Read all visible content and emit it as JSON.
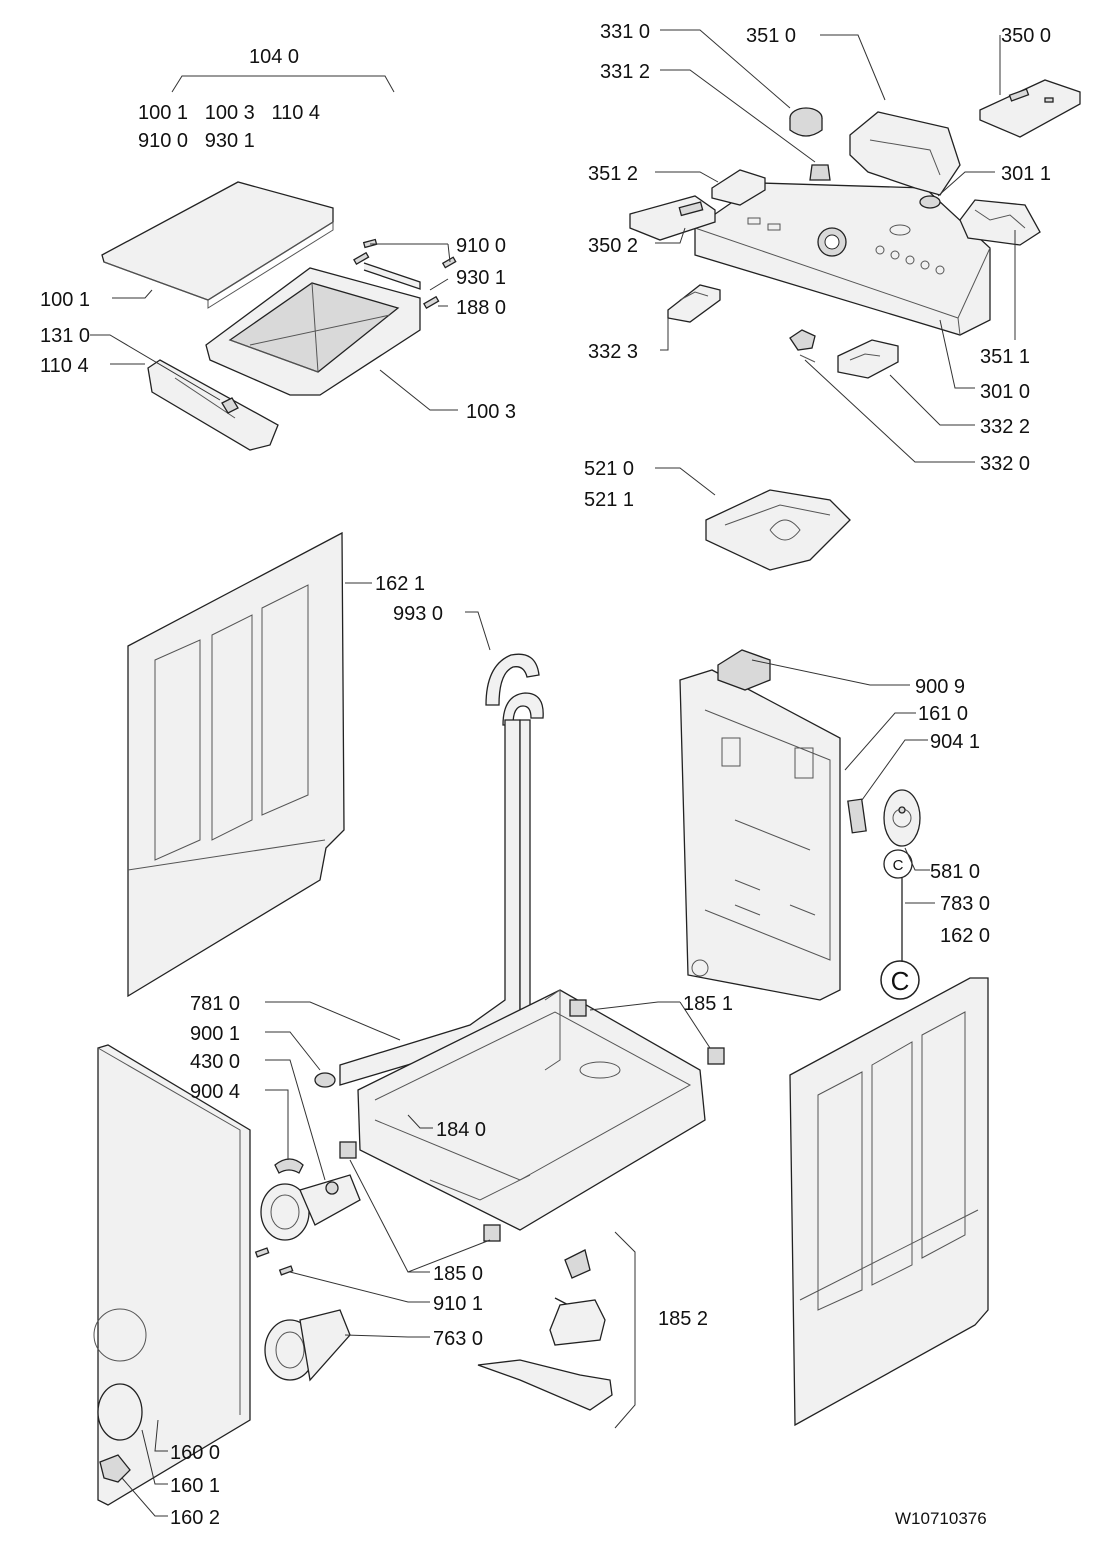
{
  "group_label": {
    "code": "104 0",
    "members_line1": "100 1   100 3   110 4",
    "members_line2": "910 0   930 1"
  },
  "labels": {
    "l_331_0": "331 0",
    "l_351_0": "351 0",
    "l_350_0": "350 0",
    "l_331_2": "331 2",
    "l_351_2": "351 2",
    "l_301_1": "301 1",
    "l_350_2": "350 2",
    "l_910_0": "910 0",
    "l_930_1": "930 1",
    "l_188_0": "188 0",
    "l_100_1": "100 1",
    "l_131_0": "131 0",
    "l_110_4": "110 4",
    "l_100_3": "100 3",
    "l_332_3": "332 3",
    "l_351_1": "351 1",
    "l_301_0": "301 0",
    "l_332_2": "332 2",
    "l_332_0": "332 0",
    "l_521_0": "521 0",
    "l_521_1": "521 1",
    "l_162_1": "162 1",
    "l_993_0": "993 0",
    "l_900_9": "900 9",
    "l_161_0": "161 0",
    "l_904_1": "904 1",
    "l_581_0": "581 0",
    "l_783_0": "783 0",
    "l_162_0": "162 0",
    "l_781_0": "781 0",
    "l_185_1": "185 1",
    "l_900_1": "900 1",
    "l_430_0": "430 0",
    "l_900_4": "900 4",
    "l_184_0": "184 0",
    "l_185_0": "185 0",
    "l_910_1": "910 1",
    "l_763_0": "763 0",
    "l_185_2": "185 2",
    "l_160_0": "160 0",
    "l_160_1": "160 1",
    "l_160_2": "160 2"
  },
  "circle_marks": {
    "small": "C",
    "large": "C"
  },
  "drawing_id": "W10710376"
}
